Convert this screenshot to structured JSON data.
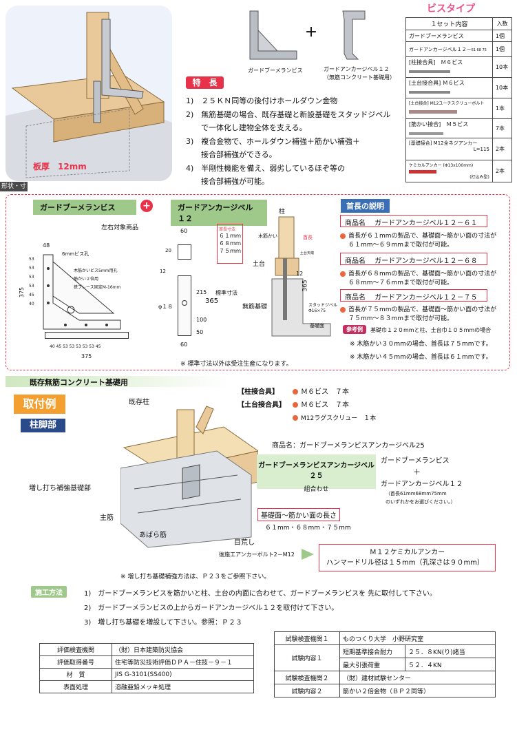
{
  "hero": {
    "plate_label": "板厚　12mm"
  },
  "products": {
    "p1": "ガードブーメランビス",
    "p2_line1": "ガードアンカージベル１２",
    "p2_line2": "（無筋コンクリート基礎用）",
    "plus": "＋"
  },
  "vis": {
    "title": "ビスタイプ",
    "header_item": "１セット内容",
    "header_qty": "入数",
    "rows": [
      {
        "label": "ガードブーメランビス",
        "qty": "1個"
      },
      {
        "label": "ガードアンカージベル１２－",
        "sub": "61 68 75",
        "qty": "1個"
      },
      {
        "label": "[柱接合具]　Ｍ６ビス",
        "qty": "10本"
      },
      {
        "label": "[土台接合具] Ｍ６ビス",
        "qty": "10本"
      },
      {
        "label": "[土台接合] M12ユーチスクリューボルト",
        "qty": "1本"
      },
      {
        "label": "[筋かい接合]　Ｍ５ビス",
        "qty": "7本"
      },
      {
        "label": "[基礎接合] M12全ネジアンカー",
        "sub": "L=115",
        "qty": "2本"
      },
      {
        "label": "ケミカルアンカー (Φ13x100mm)",
        "sub": "(打込み型)",
        "qty": "2本"
      }
    ]
  },
  "features": {
    "title": "特　長",
    "items": [
      "1)　２５ＫＮ同等の後付けホールダウン金物",
      "2)　無筋基礎の場合、既存基礎と新設基礎をスタッドジベル",
      "　　で一体化し建物全体を支える。",
      "3)　複合金物で、ホールダウン補強＋筋かい補強＋",
      "　　接合部補強ができる。",
      "4)　半剛性機能を備え、弱劣しているほぞ等の",
      "　　接合部補強が可能。"
    ]
  },
  "shape": {
    "tag": "形状・寸法",
    "left_title": "ガードブーメランビス",
    "right_title": "ガードアンカージベル１２",
    "symmetric": "左右対象商品",
    "hole": "6mmビス孔",
    "notes": [
      "木筋かいビス5mm用孔",
      "筋かい２倍用",
      "鉄ブレース固定M-16mm"
    ],
    "dim_48": "48",
    "dim_375": "375",
    "dim_375b": "375",
    "left_dims": [
      "53",
      "53",
      "53",
      "53",
      "45",
      "40"
    ],
    "bot_dims": "40 45 53 53 53 53 53 45",
    "neck_title": "首長寸法",
    "necks": [
      "６１ｍｍ",
      "６８ｍｍ",
      "７５ｍｍ"
    ],
    "d60": "60",
    "d20": "20",
    "d12": "12",
    "d215": "215",
    "d365": "365",
    "d100": "100",
    "d50": "50",
    "d60b": "60",
    "phi18": "φ１８",
    "std": "標準寸法",
    "note": "※ 標準寸法以外は受注生産になります。"
  },
  "sec": {
    "col": "柱",
    "brace": "木筋かい",
    "neck": "首長",
    "base": "土台",
    "found": "無筋基礎",
    "newf": "基礎面",
    "n12": "12",
    "n365": "365",
    "stud": "スタッドジベル",
    "stud2": "Φ16×75",
    "top": "土台天端"
  },
  "neck": {
    "title": "首長の説明",
    "items": [
      {
        "name": "商品名　 ガードアンカージベル１２－６１",
        "desc1": "首長が６１mmの製品で、基礎面～筋かい面の寸法が",
        "desc2": "６１mm～６９mmまで取付が可能。"
      },
      {
        "name": "商品名　 ガードアンカージベル１２－６８",
        "desc1": "首長が６８mmの製品で、基礎面～筋かい面の寸法が",
        "desc2": "６８mm～７６mmまで取付が可能。"
      },
      {
        "name": "商品名　 ガードアンカージベル１２－７５",
        "desc1": "首長が７５mmの製品で、基礎面～筋かい面の寸法が",
        "desc2": "７５mm～８３mmまで取付が可能。"
      }
    ],
    "ref_tag": "参考例",
    "ref": "基礎巾１２０mmと柱、土台巾１０５mmの場合",
    "ref1": "※ 木筋かい３０mmの場合、首長は７５mmです。",
    "ref2": "※ 木筋かい４５mmの場合、首長は６１mmです。"
  },
  "install": {
    "band": "既存無筋コンクリート基礎用",
    "title": "取付例",
    "sub": "柱脚部",
    "parts": [
      {
        "k": "【柱接合具】",
        "v": "Ｍ６ビス　７本"
      },
      {
        "k": "【土台接合具】",
        "v": "Ｍ６ビス　７本"
      },
      {
        "k": "",
        "v": "M12ラグスクリュー　１本"
      }
    ],
    "product_line": "商品名：ガードブーメランビスアンカージベル25",
    "green_box": "ガードブーメランビスアンカージベル２５",
    "green_sub": "組合わせ",
    "combo1": "ガードブーメランビス",
    "combo_plus": "＋",
    "combo2": "ガードアンカージベル１２",
    "combo_note1": "（首長61mm68mm75mm",
    "combo_note2": "のいずれかをお選びください。）",
    "labels": {
      "col": "既存柱",
      "reinf": "増し打ち補強基礎部",
      "main": "主筋",
      "stir": "あばら筋",
      "rough": "目荒し",
      "bolt": "後施工アンカーボルト2－M12",
      "len": "基礎面～筋かい面の長さ",
      "lens": "６１mm・６８mm・７５mm"
    },
    "chem1": "Ｍ１２ケミカルアンカー",
    "chem2": "ハンマードリル径は１５mm（孔深さは９０mm）",
    "note": "※ 増し打ち基礎補強方法は、Ｐ２３をご参照下さい。"
  },
  "method": {
    "tag": "施工方法",
    "steps": [
      "1)　ガードブーメランビスを筋かいと柱、土台の内面に合わせて、ガードブーメランビスを 先に取付して下さい。",
      "2)　ガードブーメランビスの上からガードアンカージベル１２を取付けて下さい。",
      "3)　増し打ち基礎を増設して下さい。参照：Ｐ２３"
    ]
  },
  "spec": [
    {
      "k": "評価検査機関",
      "v": "（財）日本建築防災協会"
    },
    {
      "k": "評価取得番号",
      "v": "住宅等防災技術評価ＤＰＡ－住技－９－１"
    },
    {
      "k": "材　質",
      "v": "JIS G-3101(SS400)"
    },
    {
      "k": "表面処理",
      "v": "溶融亜鉛メッキ処理"
    }
  ],
  "test": {
    "org1_k": "試験検査機関１",
    "org1_v": "ものつくり大学　小野研究室",
    "c1_k": "試験内容１",
    "c1a_k": "短期基準接合耐力",
    "c1a_v": "２５．８KN(り)諸当",
    "c1b_k": "最大引張荷重",
    "c1b_v": "５２．４KN",
    "org2_k": "試験検査機関２",
    "org2_v": "（財）建材試験センター",
    "c2_k": "試験内容２",
    "c2_v": "筋かい２倍金物（ＢＰ２同等）"
  }
}
